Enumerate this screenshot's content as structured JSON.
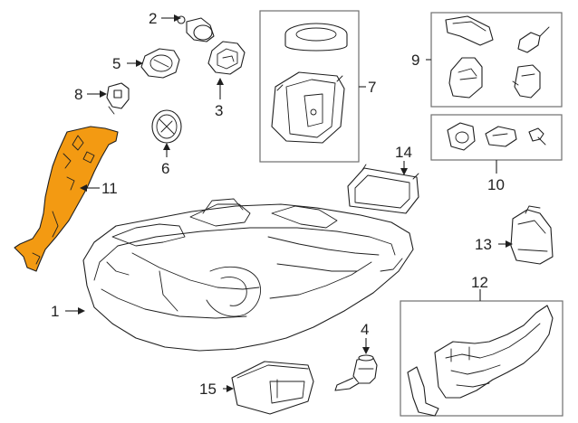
{
  "diagram": {
    "callouts": {
      "c1": "1",
      "c2": "2",
      "c3": "3",
      "c4": "4",
      "c5": "5",
      "c6": "6",
      "c7": "7",
      "c8": "8",
      "c9": "9",
      "c10": "10",
      "c11": "11",
      "c12": "12",
      "c13": "13",
      "c14": "14",
      "c15": "15"
    },
    "highlight_color": "#f39a12"
  }
}
